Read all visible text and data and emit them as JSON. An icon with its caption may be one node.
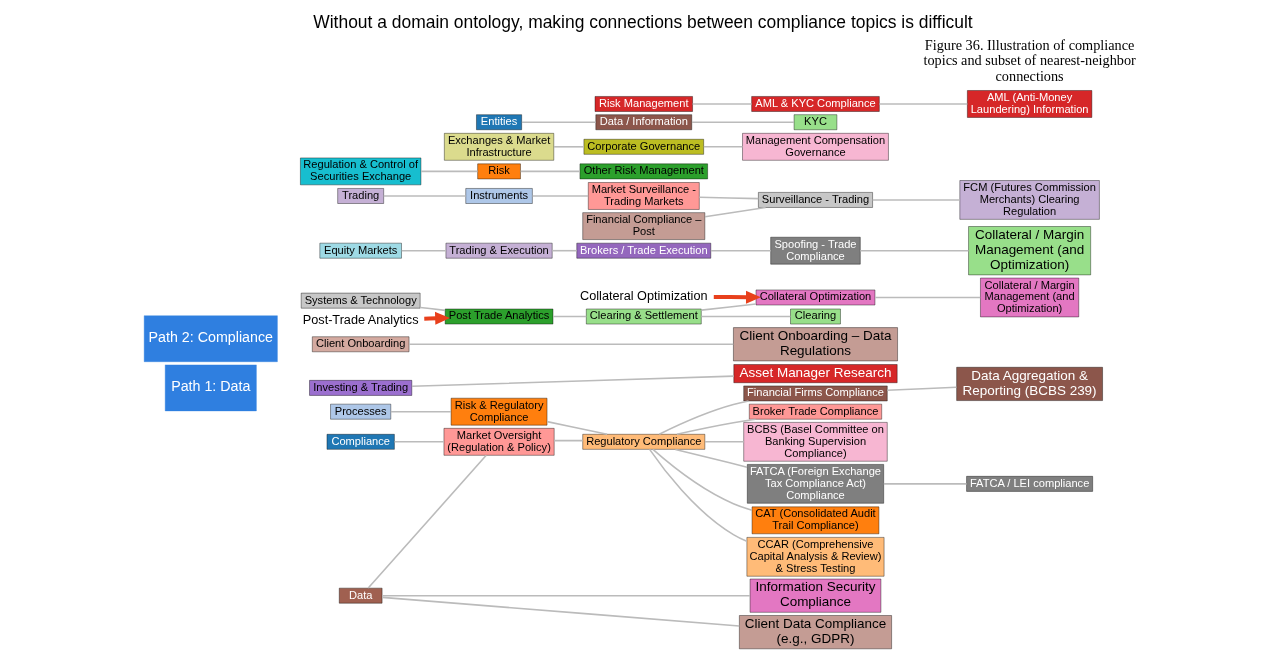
{
  "diagram": {
    "title": "Without a domain ontology, making connections between compliance topics is difficult",
    "caption": "Figure 36. Illustration of compliance topics and subset of nearest-neighbor connections",
    "nodes": [
      {
        "text": [
          "Path 1: Data"
        ]
      },
      {
        "text": [
          "Path 2: Compliance"
        ]
      },
      {
        "text": [
          "Investing & Trading"
        ]
      },
      {
        "text": [
          "Client Onboarding"
        ]
      },
      {
        "text": [
          "Data"
        ]
      },
      {
        "text": [
          "Processes"
        ]
      },
      {
        "text": [
          "Compliance"
        ]
      },
      {
        "text": [
          "Systems & Technology"
        ]
      },
      {
        "text": [
          "Equity Markets"
        ]
      },
      {
        "text": [
          "Trading"
        ]
      },
      {
        "text": [
          "Regulation & Control of Securities Exchange"
        ]
      },
      {
        "text": [
          "Market Oversight (Regulation & Policy)"
        ]
      },
      {
        "text": [
          "Risk & Regulatory Compliance"
        ]
      },
      {
        "text": [
          "Exchanges & Market Infrastructure"
        ]
      },
      {
        "text": [
          "Trading & Execution"
        ]
      },
      {
        "text": [
          "Post Trade Analytics"
        ]
      },
      {
        "text": [
          "Entities"
        ]
      },
      {
        "text": [
          "Instruments"
        ]
      },
      {
        "text": [
          "Risk"
        ]
      },
      {
        "text": [
          "Regulatory Compliance"
        ]
      },
      {
        "text": [
          "Data / Information"
        ]
      },
      {
        "text": [
          "Risk Management"
        ]
      },
      {
        "text": [
          "Corporate Governance"
        ]
      },
      {
        "text": [
          "Other Risk Management"
        ]
      },
      {
        "text": [
          "Brokers / Trade Execution"
        ]
      },
      {
        "text": [
          "Clearing & Settlement"
        ]
      },
      {
        "text": [
          "Financial Compliance – Post"
        ]
      },
      {
        "text": [
          "Market Surveillance - Trading Markets"
        ]
      },
      {
        "text": [
          "Asset Manager Research"
        ]
      },
      {
        "text": [
          "Client Onboarding – Data Regulations"
        ]
      },
      {
        "text": [
          "Client Data Compliance (e.g., GDPR)"
        ]
      },
      {
        "text": [
          "Information Security Compliance"
        ]
      },
      {
        "text": [
          "CAT (Consolidated Audit Trail Compliance)"
        ]
      },
      {
        "text": [
          "CCAR (Comprehensive Capital Analysis & Review) & Stress Testing"
        ]
      },
      {
        "text": [
          "Broker Trade Compliance"
        ]
      },
      {
        "text": [
          "Financial Firms Compliance"
        ]
      },
      {
        "text": [
          "BCBS (Basel Committee on Banking Supervision Compliance)"
        ]
      },
      {
        "text": [
          "FATCA (Foreign Exchange Tax Compliance Act) Compliance"
        ]
      },
      {
        "text": [
          "KYC"
        ]
      },
      {
        "text": [
          "AML & KYC Compliance"
        ]
      },
      {
        "text": [
          "Management Compensation Governance"
        ]
      },
      {
        "text": [
          "Spoofing - Trade Compliance"
        ]
      },
      {
        "text": [
          "Collateral Optimization"
        ]
      },
      {
        "text": [
          "Surveillance - Trading"
        ]
      },
      {
        "text": [
          "Clearing"
        ]
      },
      {
        "text": [
          "Data Aggregation & Reporting (BCBS 239)"
        ]
      },
      {
        "text": [
          "FATCA / LEI compliance"
        ]
      },
      {
        "text": [
          "AML (Anti-Money Laundering) Information"
        ]
      },
      {
        "text": [
          "Collateral / Margin Management (and Optimization)"
        ]
      },
      {
        "text": [
          "Collateral / Margin Management (and Optimization)"
        ]
      },
      {
        "text": [
          "FCM (Futures Commission Merchants) Clearing Regulation"
        ]
      },
      {
        "text": [
          "Post-Trade Analytics"
        ]
      },
      {
        "text": [
          "Collateral Optimization"
        ]
      }
    ],
    "edges": [
      {
        "from": 2,
        "to": 28,
        "arrow": "none"
      },
      {
        "from": 3,
        "to": 29,
        "arrow": "none"
      },
      {
        "from": 4,
        "to": 30,
        "arrow": "none"
      },
      {
        "from": 4,
        "to": 31,
        "arrow": "none"
      },
      {
        "from": 4,
        "to": 11,
        "arrow": "none"
      },
      {
        "from": 5,
        "to": 12,
        "arrow": "none"
      },
      {
        "from": 6,
        "to": 11,
        "arrow": "none"
      },
      {
        "from": 7,
        "to": 15,
        "arrow": "none"
      },
      {
        "from": 8,
        "to": 14,
        "arrow": "none"
      },
      {
        "from": 9,
        "to": 17,
        "arrow": "none"
      },
      {
        "from": 10,
        "to": 18,
        "arrow": "none"
      },
      {
        "from": 11,
        "to": 19,
        "arrow": "none"
      },
      {
        "from": 12,
        "to": 19,
        "arrow": "none"
      },
      {
        "from": 13,
        "to": 22,
        "arrow": "none"
      },
      {
        "from": 14,
        "to": 24,
        "arrow": "none"
      },
      {
        "from": 15,
        "to": 25,
        "arrow": "none"
      },
      {
        "from": 16,
        "to": 20,
        "arrow": "none"
      },
      {
        "from": 18,
        "to": 23,
        "arrow": "none"
      },
      {
        "from": 17,
        "to": 27,
        "arrow": "none"
      },
      {
        "from": 19,
        "to": 32,
        "arrow": "none"
      },
      {
        "from": 19,
        "to": 33,
        "arrow": "none"
      },
      {
        "from": 19,
        "to": 34,
        "arrow": "none"
      },
      {
        "from": 19,
        "to": 35,
        "arrow": "none"
      },
      {
        "from": 19,
        "to": 36,
        "arrow": "none"
      },
      {
        "from": 19,
        "to": 37,
        "arrow": "none"
      },
      {
        "from": 20,
        "to": 38,
        "arrow": "none"
      },
      {
        "from": 21,
        "to": 39,
        "arrow": "none"
      },
      {
        "from": 22,
        "to": 40,
        "arrow": "none"
      },
      {
        "from": 24,
        "to": 41,
        "arrow": "none"
      },
      {
        "from": 25,
        "to": 42,
        "arrow": "none"
      },
      {
        "from": 26,
        "to": 43,
        "arrow": "none"
      },
      {
        "from": 27,
        "to": 43,
        "arrow": "none"
      },
      {
        "from": 25,
        "to": 44,
        "arrow": "none"
      },
      {
        "from": 35,
        "to": 45,
        "arrow": "none"
      },
      {
        "from": 37,
        "to": 46,
        "arrow": "none"
      },
      {
        "from": 39,
        "to": 47,
        "arrow": "none"
      },
      {
        "from": 41,
        "to": 48,
        "arrow": "none"
      },
      {
        "from": 42,
        "to": 49,
        "arrow": "none"
      },
      {
        "from": 43,
        "to": 50,
        "arrow": "none"
      },
      {
        "from": 51,
        "to": 15,
        "arrow": "to",
        "style": "thick",
        "color": "#e8401c"
      },
      {
        "from": 52,
        "to": 42,
        "arrow": "to",
        "style": "thick",
        "color": "#e8401c"
      }
    ]
  }
}
